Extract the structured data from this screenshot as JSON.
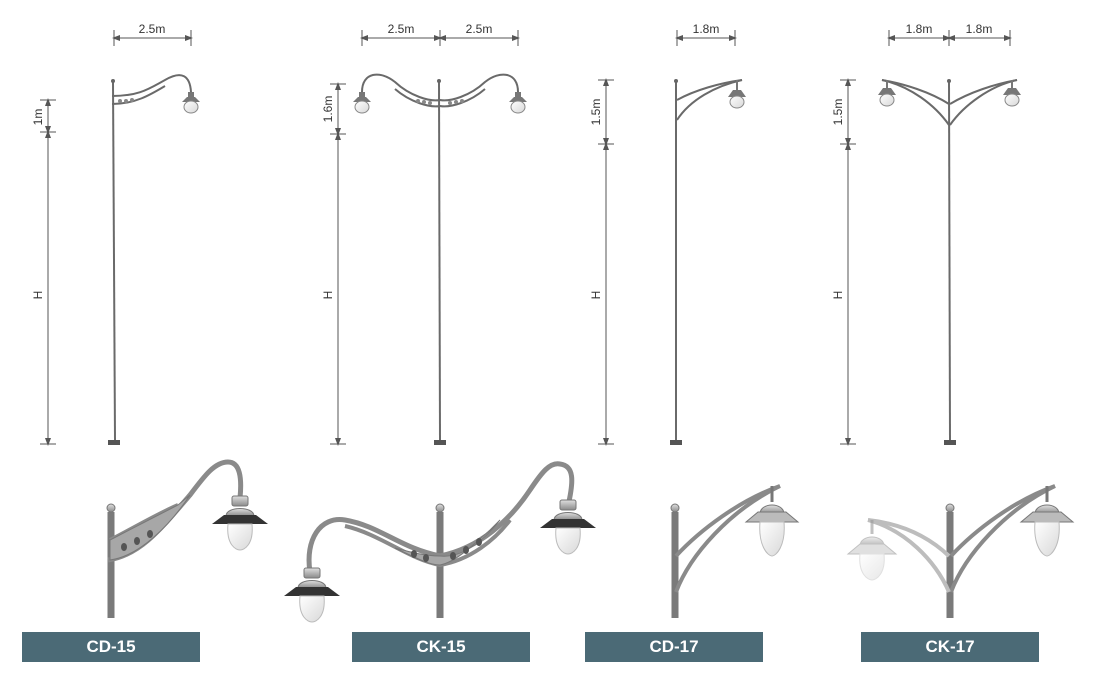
{
  "models": [
    {
      "name": "CD-15",
      "arm_width_labels": [
        "2.5m"
      ],
      "arm_height_label": "1m",
      "pole_height_label": "H"
    },
    {
      "name": "CK-15",
      "arm_width_labels": [
        "2.5m",
        "2.5m"
      ],
      "arm_height_label": "1.6m",
      "pole_height_label": "H"
    },
    {
      "name": "CD-17",
      "arm_width_labels": [
        "1.8m"
      ],
      "arm_height_label": "1.5m",
      "pole_height_label": "H"
    },
    {
      "name": "CK-17",
      "arm_width_labels": [
        "1.8m",
        "1.8m"
      ],
      "arm_height_label": "1.5m",
      "pole_height_label": "H"
    }
  ],
  "colors": {
    "label_bg": "#4b6a76",
    "label_text": "#ffffff",
    "pole": "#7a7a7a"
  }
}
